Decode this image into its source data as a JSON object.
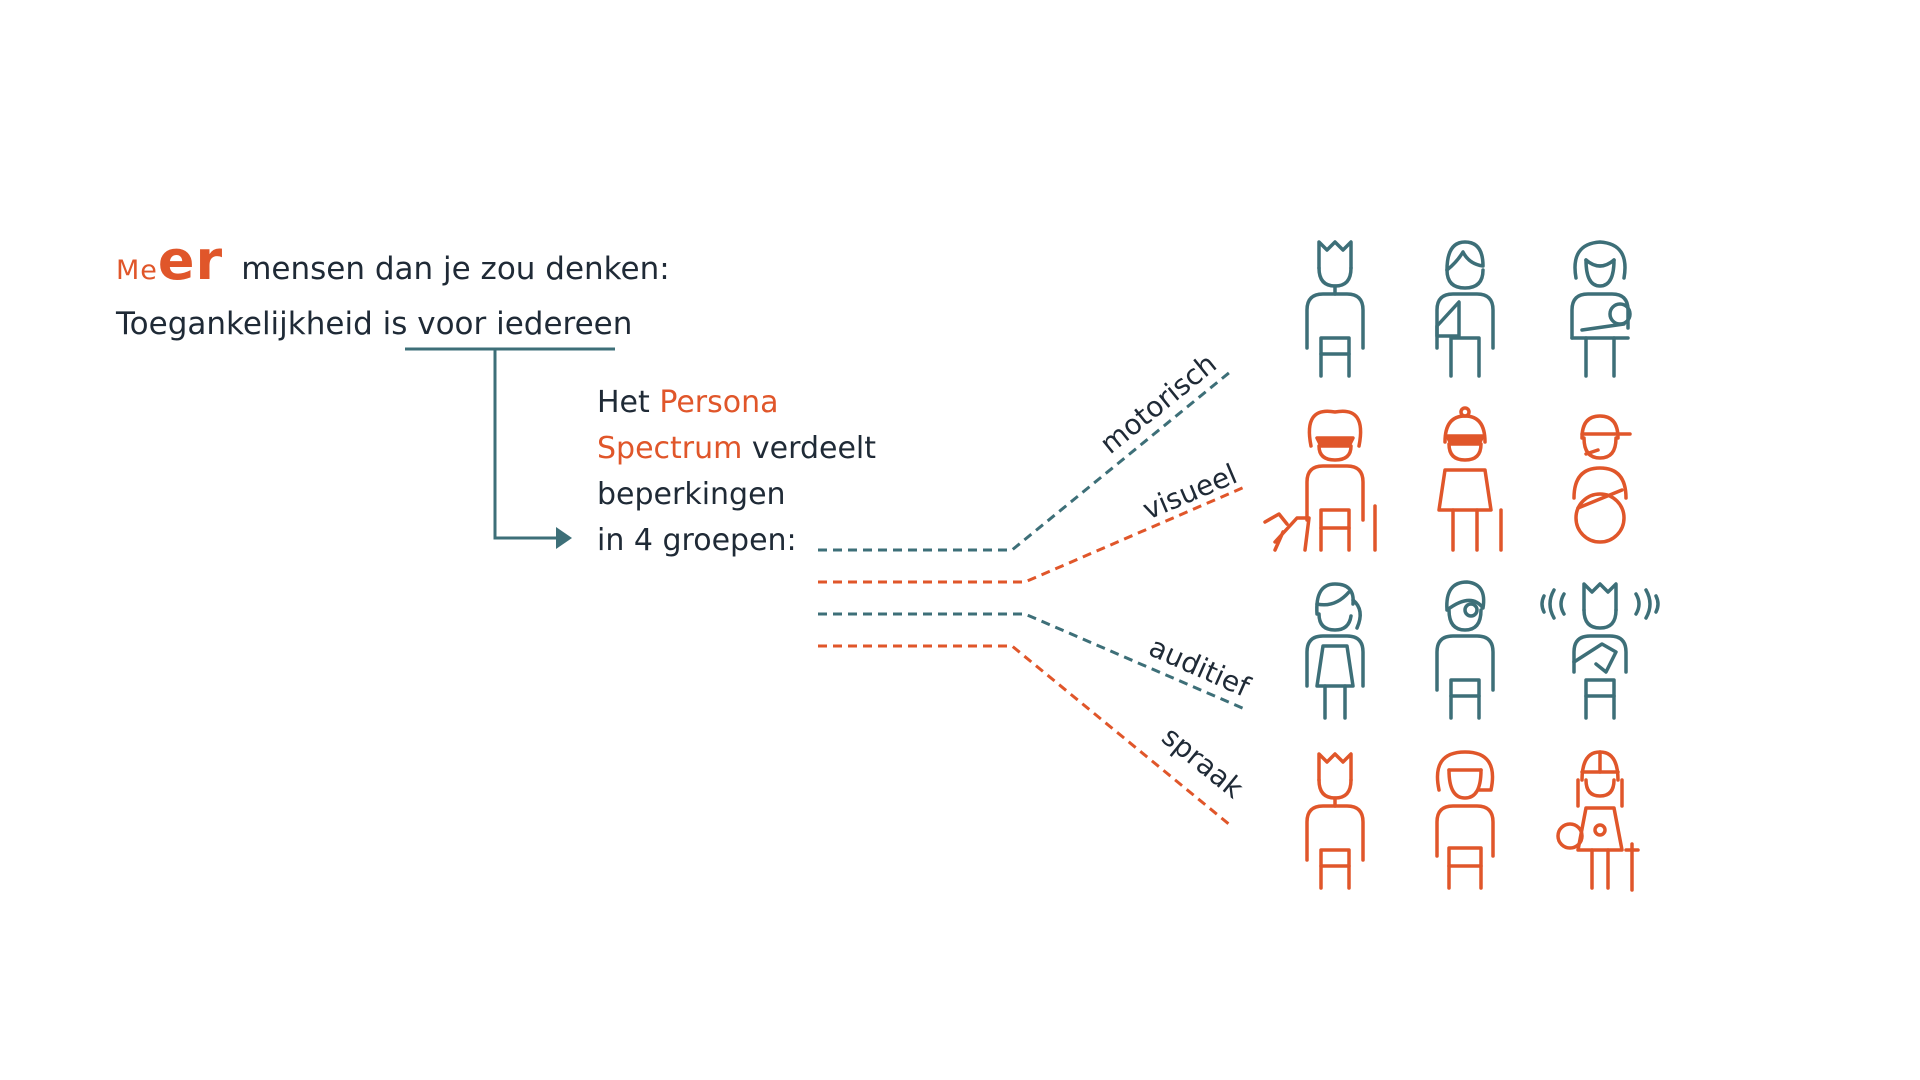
{
  "header": {
    "logo_small": "Me",
    "logo_large": "er",
    "line1": "mensen dan je zou denken:",
    "line2": "Toegankelijkheid is voor iedereen"
  },
  "explanation": {
    "t1": "Het",
    "t2": "Persona",
    "t3": "Spectrum",
    "t4": "verdeelt",
    "t5": "beperkingen",
    "t6": "in 4 groepen:"
  },
  "groups": [
    {
      "label": "motorisch",
      "color": "#3d6f78"
    },
    {
      "label": "visueel",
      "color": "#e0562a"
    },
    {
      "label": "auditief",
      "color": "#3d6f78"
    },
    {
      "label": "spraak",
      "color": "#e0562a"
    }
  ],
  "colors": {
    "teal": "#3d6f78",
    "orange": "#e0562a",
    "text": "#1f2a36"
  },
  "persona_icons": [
    "person-crown-icon",
    "person-arm-sling-icon",
    "woman-baby-icon",
    "person-sunglasses-guide-dog-icon",
    "elderly-woman-cane-icon",
    "child-wheelchair-icon",
    "woman-ponytail-icon",
    "man-glasses-icon",
    "man-noise-icon",
    "person-crown-icon",
    "woman-bob-icon",
    "girl-helmet-ball-icon"
  ]
}
